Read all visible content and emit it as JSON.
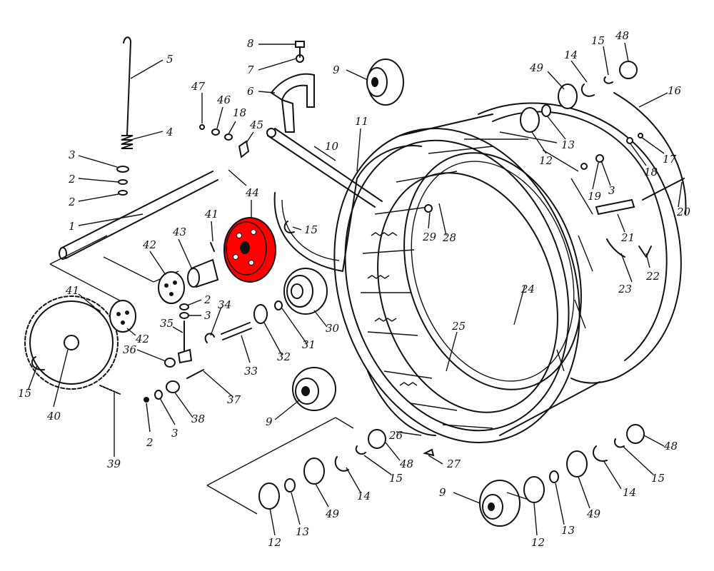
{
  "highlight_color": "#ff0000",
  "line_color": "#111111",
  "labels": {
    "l1": "1",
    "l2a": "2",
    "l2b": "2",
    "l2c": "2",
    "l2d": "2",
    "l3a": "3",
    "l3b": "3",
    "l3c": "3",
    "l3d": "3",
    "l4": "4",
    "l5": "5",
    "l6": "6",
    "l7": "7",
    "l8": "8",
    "l9a": "9",
    "l9b": "9",
    "l9c": "9",
    "l10": "10",
    "l11": "11",
    "l12a": "12",
    "l12b": "12",
    "l12c": "12",
    "l13a": "13",
    "l13b": "13",
    "l13c": "13",
    "l14a": "14",
    "l14b": "14",
    "l14c": "14",
    "l15a": "15",
    "l15b": "15",
    "l15c": "15",
    "l15d": "15",
    "l15e": "15",
    "l16": "16",
    "l17": "17",
    "l18a": "18",
    "l18b": "18",
    "l19": "19",
    "l20": "20",
    "l21": "21",
    "l22": "22",
    "l23": "23",
    "l24": "24",
    "l25": "25",
    "l26": "26",
    "l27": "27",
    "l28": "28",
    "l29": "29",
    "l30": "30",
    "l31": "31",
    "l32": "32",
    "l33": "33",
    "l34": "34",
    "l35": "35",
    "l36": "36",
    "l37": "37",
    "l38": "38",
    "l39": "39",
    "l40": "40",
    "l41a": "41",
    "l41b": "41",
    "l42a": "42",
    "l42b": "42",
    "l43": "43",
    "l44": "44",
    "l45": "45",
    "l46": "46",
    "l47": "47",
    "l48a": "48",
    "l48b": "48",
    "l48c": "48",
    "l49a": "49",
    "l49b": "49",
    "l49c": "49"
  }
}
